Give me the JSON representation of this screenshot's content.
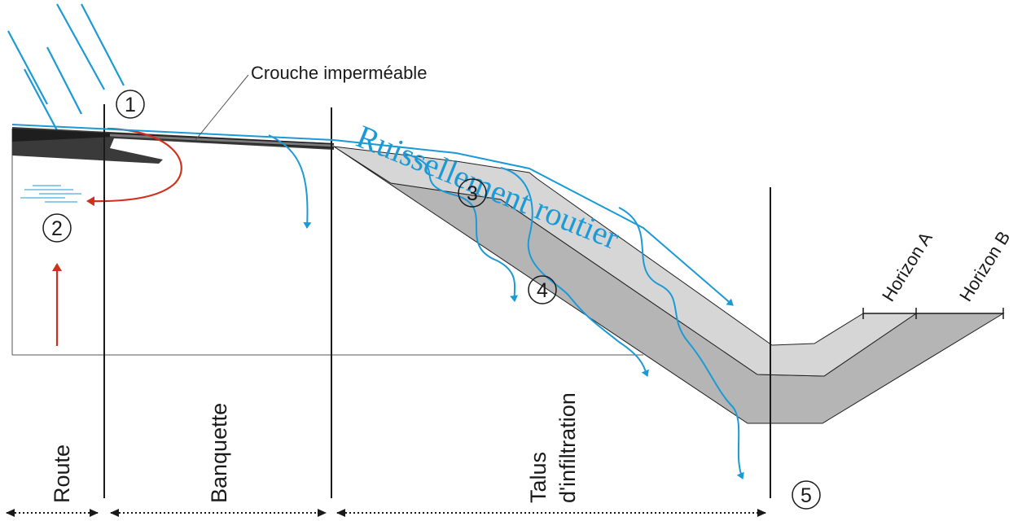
{
  "labels": {
    "layer": "Crouche imperméable",
    "runoff": "Ruissellement routier",
    "route": "Route",
    "banquette": "Banquette",
    "talus_line1": "Talus",
    "talus_line2": "d'infiltration",
    "horizon_a": "Horizon A",
    "horizon_b": "Horizon B"
  },
  "markers": [
    "1",
    "2",
    "3",
    "4",
    "5"
  ],
  "colors": {
    "water": "#1c9ad6",
    "arrow_red": "#d0311f",
    "text": "#1a1a1a",
    "horizon_a_fill": "#d6d6d6",
    "horizon_b_fill": "#b5b5b5",
    "pavement": "#3a3a3a"
  }
}
